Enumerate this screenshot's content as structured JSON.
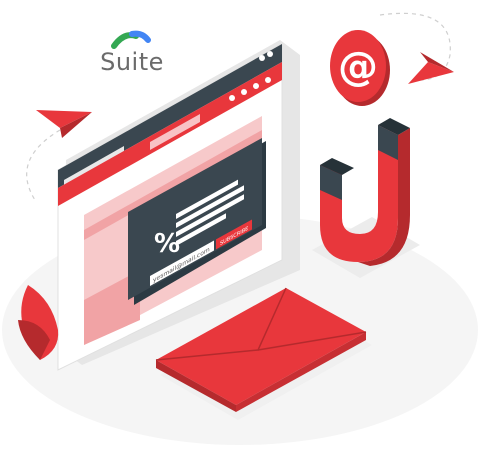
{
  "logo": {
    "text": "Suite",
    "colors": [
      "#4285f4",
      "#34a853"
    ]
  },
  "popup": {
    "percent": "%",
    "email_placeholder": "yesmail@mail.com",
    "subscribe_label": "SUBSCRIBE"
  },
  "accent_color": "#e8373c",
  "icons": [
    "paper-plane-icon",
    "at-sign-icon",
    "magnet-icon",
    "envelope-icon",
    "leaf-icon",
    "user-icon",
    "bell-icon",
    "search-icon",
    "heart-icon"
  ]
}
